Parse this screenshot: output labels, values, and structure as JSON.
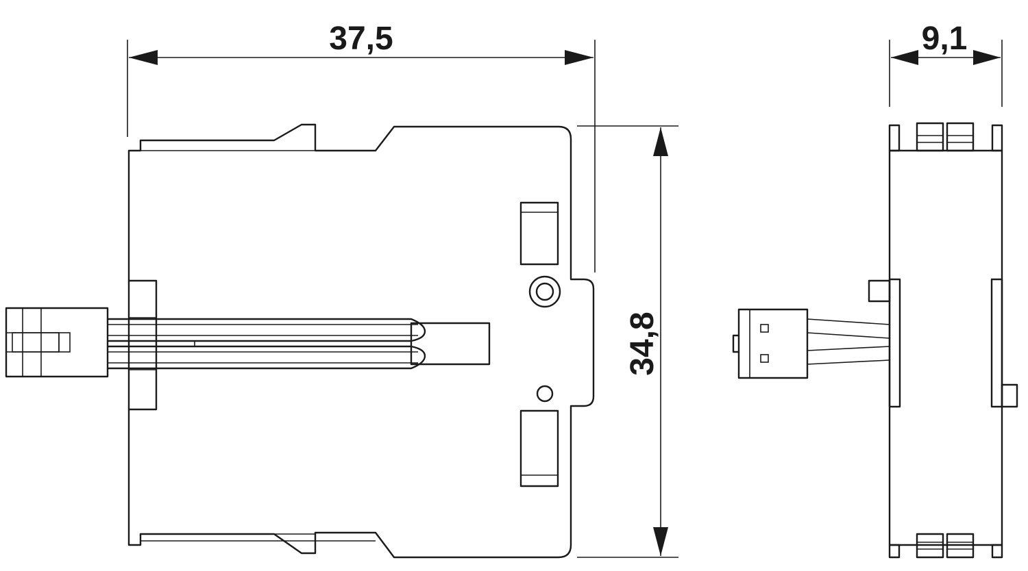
{
  "dimensions": {
    "width": "37,5",
    "height": "34,8",
    "depth": "9,1"
  }
}
